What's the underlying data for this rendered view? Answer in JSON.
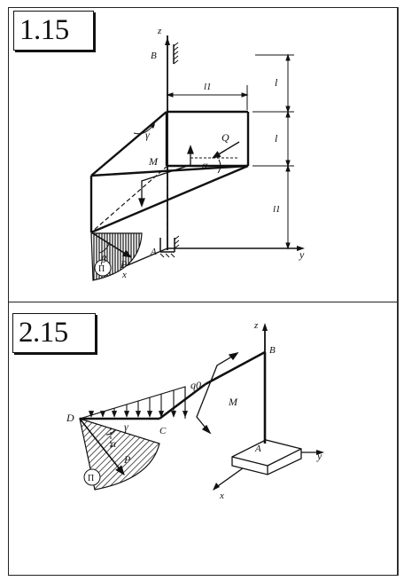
{
  "problem_1": {
    "number": "1.15",
    "labels": {
      "z": "z",
      "y": "y",
      "x": "x",
      "B": "B",
      "A": "A",
      "M": "M",
      "Q": "Q",
      "P": "P",
      "alpha": "α",
      "beta": "β",
      "gamma": "γ",
      "l1_top": "l1",
      "l_right_1": "l",
      "l_right_2": "l",
      "l1_right": "l1",
      "Pi": "Π"
    }
  },
  "problem_2": {
    "number": "2.15",
    "labels": {
      "z": "z",
      "y": "y",
      "x": "x",
      "B": "B",
      "A": "A",
      "C": "C",
      "D": "D",
      "M": "M",
      "q0": "q0",
      "P": "P",
      "alpha": "α",
      "gamma": "γ",
      "Pi": "Π"
    }
  }
}
